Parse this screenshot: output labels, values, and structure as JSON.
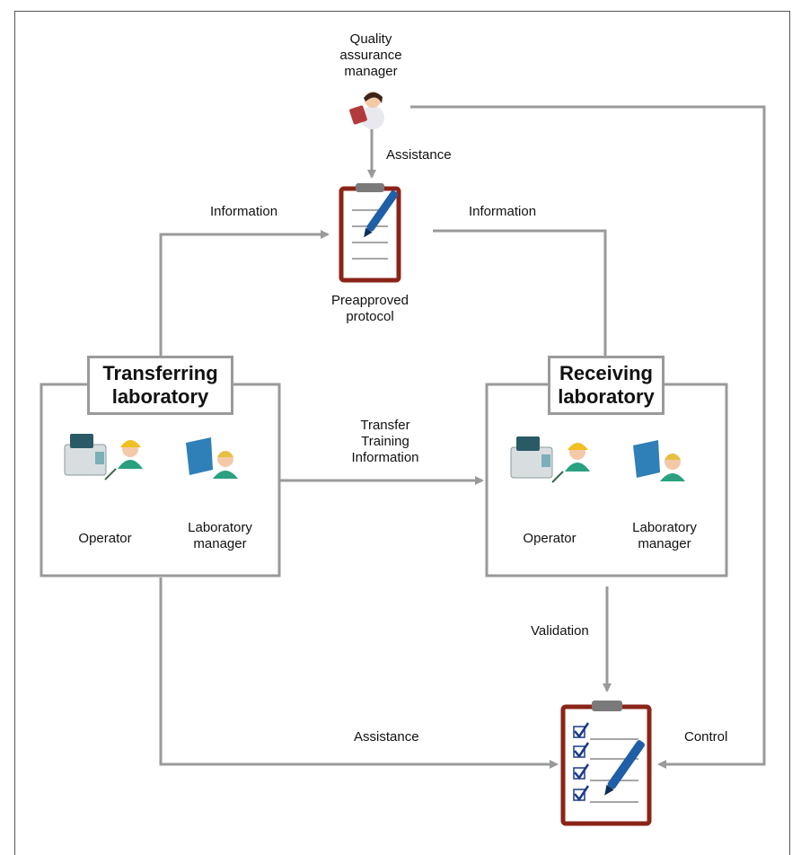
{
  "qa_manager": {
    "line1": "Quality",
    "line2": "assurance",
    "line3": "manager"
  },
  "arrows": {
    "assistance_top": "Assistance",
    "information_left": "Information",
    "information_right": "Information",
    "transfer_line1": "Transfer",
    "transfer_line2": "Training",
    "transfer_line3": "Information",
    "validation": "Validation",
    "assistance_bottom": "Assistance",
    "control": "Control"
  },
  "protocol": {
    "line1": "Preapproved",
    "line2": "protocol"
  },
  "transferring": {
    "title_line1": "Transferring",
    "title_line2": "laboratory",
    "operator": "Operator",
    "manager_line1": "Laboratory",
    "manager_line2": "manager"
  },
  "receiving": {
    "title_line1": "Receiving",
    "title_line2": "laboratory",
    "operator": "Operator",
    "manager_line1": "Laboratory",
    "manager_line2": "manager"
  },
  "icons": {
    "clipboard_frame": "#8b2418",
    "pen": "#1e5fa8",
    "check": "#1a3a8a",
    "connector": "#9a9a9a",
    "instrument": "#7ab0b8",
    "helmet": "#f0c020",
    "shirt": "#2aa080",
    "laptop": "#2f7fb8"
  }
}
